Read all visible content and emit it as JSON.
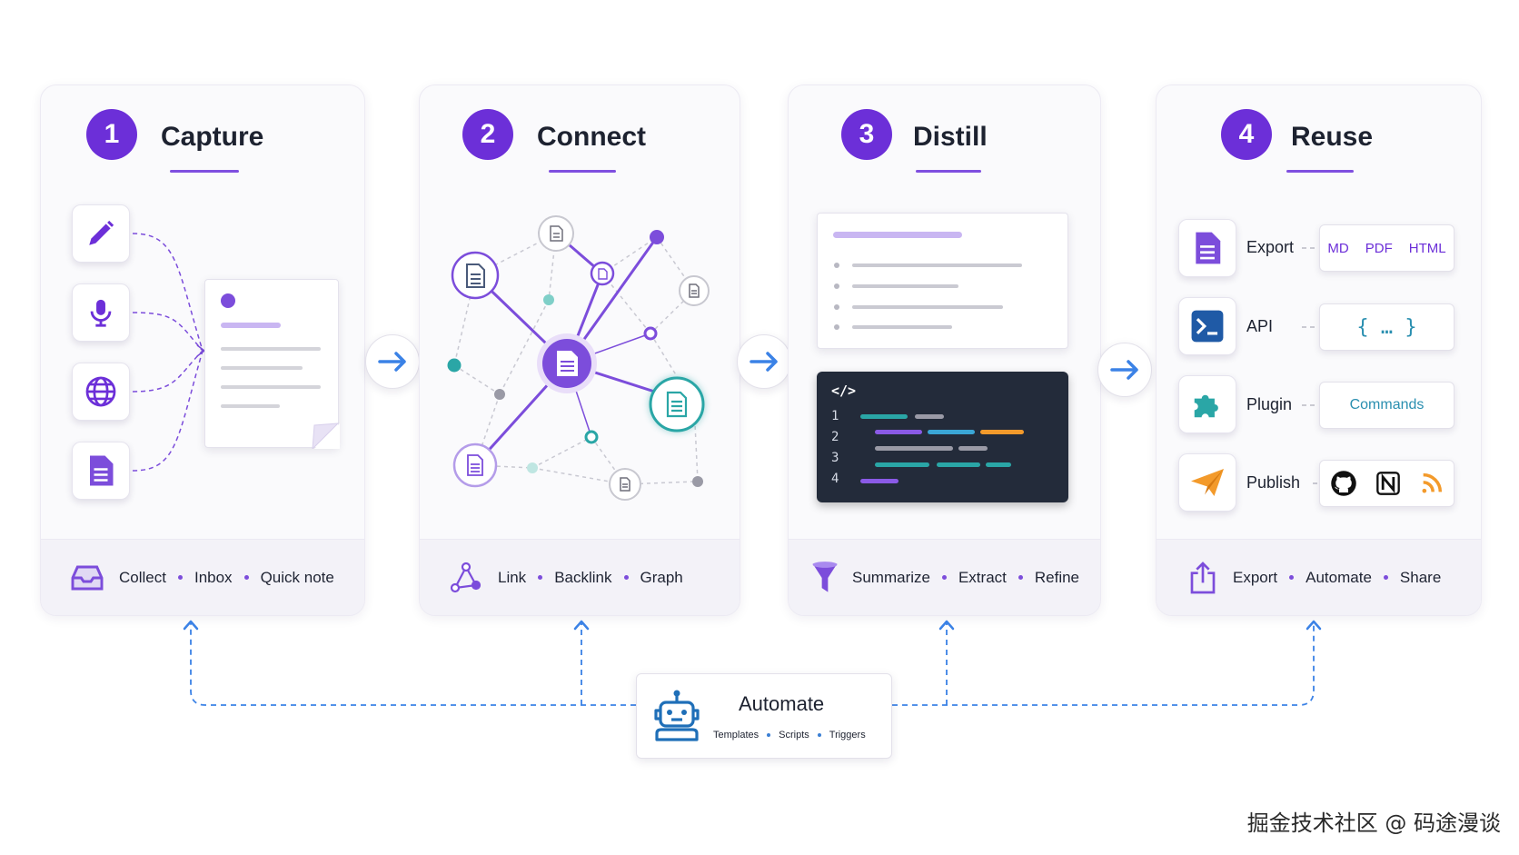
{
  "steps": [
    {
      "number": "1",
      "title": "Capture",
      "sources": [
        "pencil-icon",
        "microphone-icon",
        "globe-icon",
        "document-icon"
      ],
      "footer": {
        "icon": "inbox-tray-icon",
        "items": [
          "Collect",
          "Inbox",
          "Quick note"
        ]
      }
    },
    {
      "number": "2",
      "title": "Connect",
      "footer": {
        "icon": "graph-nodes-icon",
        "items": [
          "Link",
          "Backlink",
          "Graph"
        ]
      }
    },
    {
      "number": "3",
      "title": "Distill",
      "code": {
        "tag": "</>",
        "lines": [
          "1",
          "2",
          "3",
          "4"
        ]
      },
      "footer": {
        "icon": "funnel-icon",
        "items": [
          "Summarize",
          "Extract",
          "Refine"
        ]
      }
    },
    {
      "number": "4",
      "title": "Reuse",
      "rows": [
        {
          "icon": "document-icon",
          "label": "Export",
          "values": [
            "MD",
            "PDF",
            "HTML"
          ]
        },
        {
          "icon": "terminal-icon",
          "label": "API",
          "values": [
            "{ … }"
          ]
        },
        {
          "icon": "puzzle-icon",
          "label": "Plugin",
          "values": [
            "Commands"
          ]
        },
        {
          "icon": "paper-plane-icon",
          "label": "Publish",
          "values": [
            "github-icon",
            "notion-icon",
            "rss-icon"
          ]
        }
      ],
      "footer": {
        "icon": "share-upload-icon",
        "items": [
          "Export",
          "Automate",
          "Share"
        ]
      }
    }
  ],
  "automate": {
    "title": "Automate",
    "icon": "robot-icon",
    "items": [
      "Templates",
      "Scripts",
      "Triggers"
    ]
  },
  "watermark": "掘金技术社区 @ 码途漫谈",
  "colors": {
    "accent_purple": "#6c2fd8",
    "teal": "#2aa6a6",
    "blue_arrow": "#3b82e6",
    "code_bg": "#232b3a",
    "orange": "#f39a2b"
  }
}
